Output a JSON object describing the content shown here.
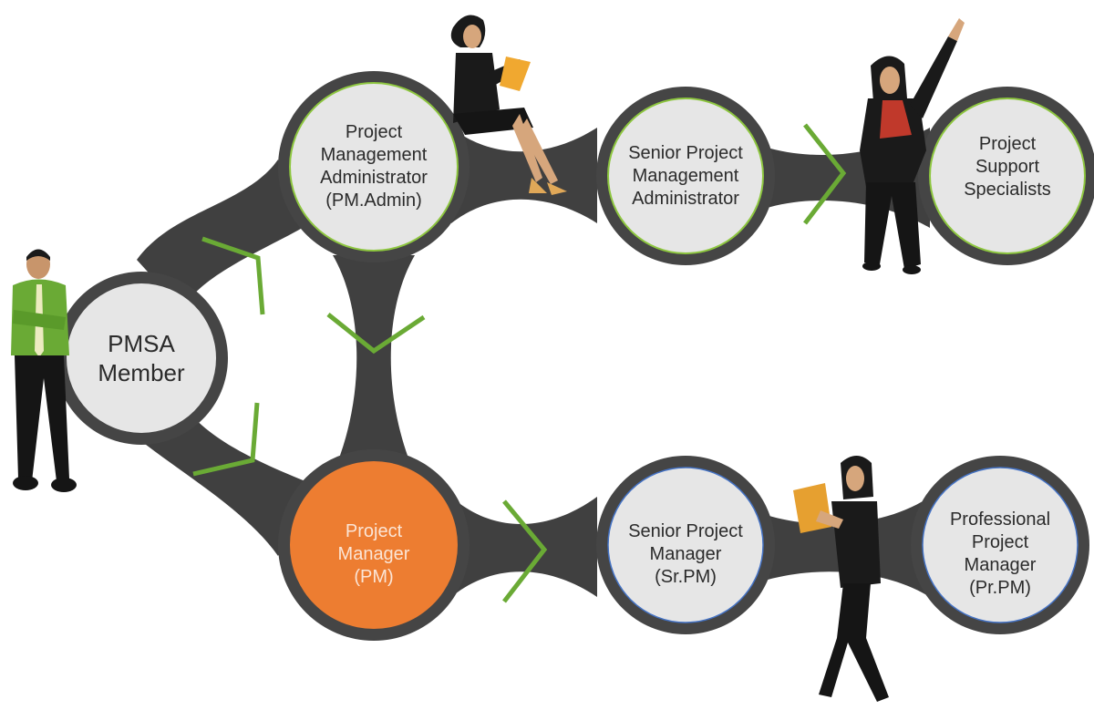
{
  "colors": {
    "background": "#ffffff",
    "connector": "#404040",
    "node_fill": "#e6e6e6",
    "node_ring": "#454545",
    "highlight_fill": "#ed7d31",
    "highlight_text": "#fbe5d6",
    "arrow_green": "#6aaa35",
    "rim_green": "#8dc63f",
    "rim_blue": "#4472c4"
  },
  "nodes": {
    "pmsa": {
      "lines": [
        "PMSA",
        "Member"
      ]
    },
    "pm_admin": {
      "lines": [
        "Project",
        "Management",
        "Administrator",
        "(PM.Admin)"
      ]
    },
    "sr_pm_admin": {
      "lines": [
        "Senior Project",
        "Management",
        "Administrator"
      ]
    },
    "pss": {
      "lines": [
        "Project",
        "Support",
        "Specialists"
      ]
    },
    "pm": {
      "lines": [
        "Project",
        "Manager",
        "(PM)"
      ]
    },
    "sr_pm": {
      "lines": [
        "Senior Project",
        "Manager",
        "(Sr.PM)"
      ]
    },
    "pr_pm": {
      "lines": [
        "Professional",
        "Project",
        "Manager",
        "(Pr.PM)"
      ]
    }
  },
  "figures": [
    {
      "icon": "man-green-shirt-icon"
    },
    {
      "icon": "seated-woman-clipboard-icon"
    },
    {
      "icon": "woman-pointing-icon"
    },
    {
      "icon": "woman-phone-folder-icon"
    }
  ]
}
